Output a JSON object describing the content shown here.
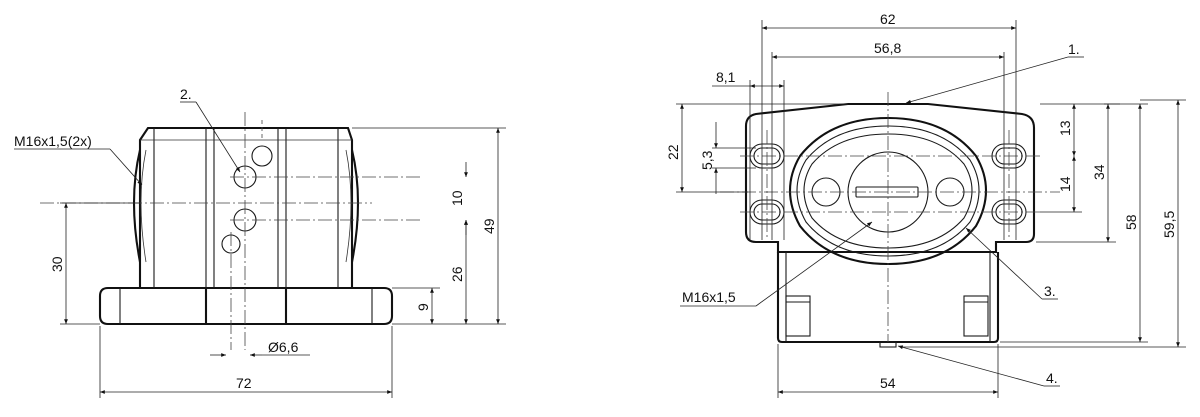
{
  "front_view": {
    "thread_label": "M16x1,5(2x)",
    "callout_2": "2.",
    "dim_72": "72",
    "dim_30": "30",
    "dim_49": "49",
    "dim_26": "26",
    "dim_10": "10",
    "dim_9": "9",
    "dim_hole": "Ø6,6"
  },
  "side_view": {
    "dim_62": "62",
    "dim_56_8": "56,8",
    "dim_8_1": "8,1",
    "dim_22": "22",
    "dim_5_3": "5,3",
    "dim_13": "13",
    "dim_14": "14",
    "dim_34": "34",
    "dim_58": "58",
    "dim_59_5": "59,5",
    "dim_54": "54",
    "thread_label": "M16x1,5",
    "callout_1": "1.",
    "callout_3": "3.",
    "callout_4": "4."
  }
}
